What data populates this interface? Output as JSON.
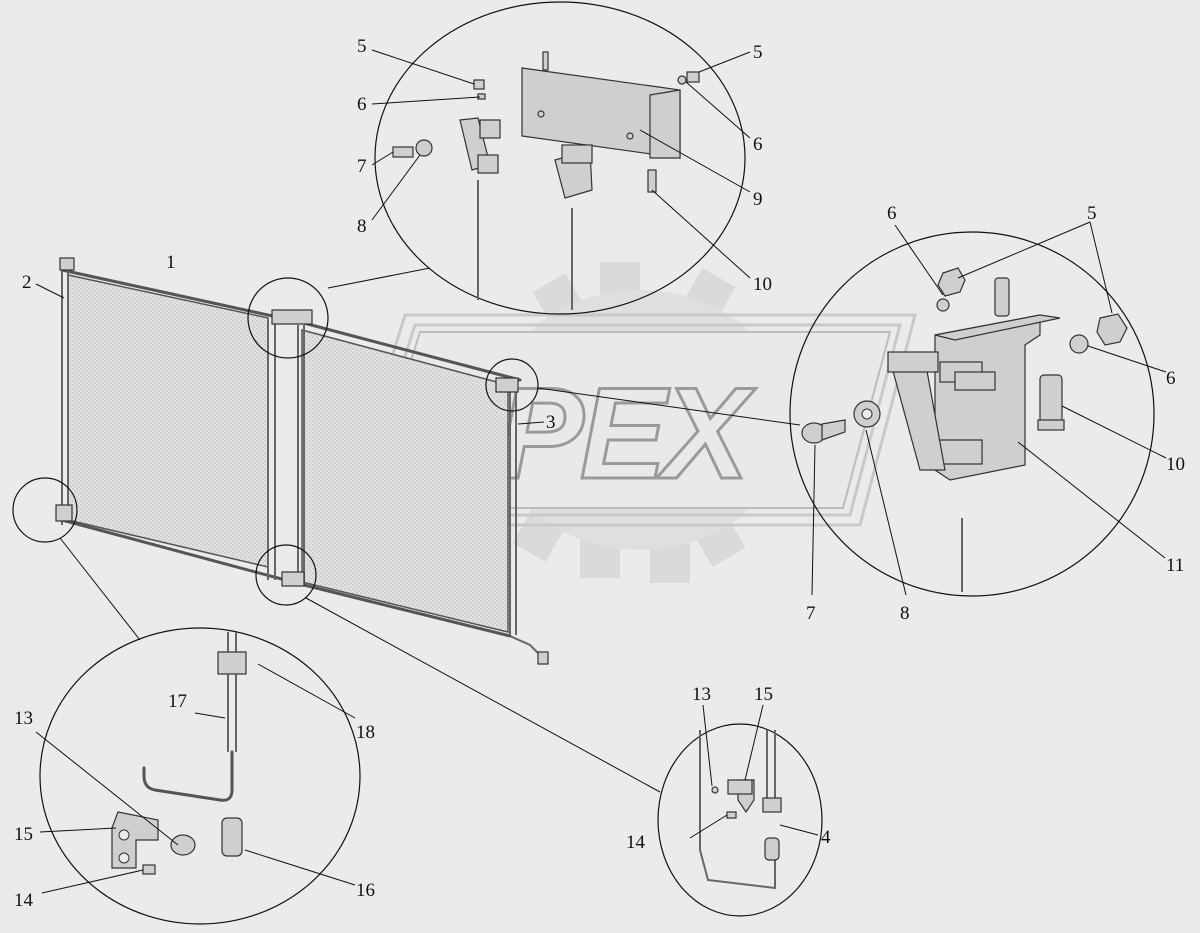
{
  "logo": {
    "text": "OPEX"
  },
  "callouts": [
    {
      "id": "c1",
      "text": "1"
    },
    {
      "id": "c2",
      "text": "2"
    },
    {
      "id": "c3",
      "text": "3"
    },
    {
      "id": "c4",
      "text": "4"
    },
    {
      "id": "c5a",
      "text": "5"
    },
    {
      "id": "c5b",
      "text": "5"
    },
    {
      "id": "c5c",
      "text": "5"
    },
    {
      "id": "c6a",
      "text": "6"
    },
    {
      "id": "c6b",
      "text": "6"
    },
    {
      "id": "c6c",
      "text": "6"
    },
    {
      "id": "c6d",
      "text": "6"
    },
    {
      "id": "c7a",
      "text": "7"
    },
    {
      "id": "c7b",
      "text": "7"
    },
    {
      "id": "c8a",
      "text": "8"
    },
    {
      "id": "c8b",
      "text": "8"
    },
    {
      "id": "c9",
      "text": "9"
    },
    {
      "id": "c10a",
      "text": "10"
    },
    {
      "id": "c10b",
      "text": "10"
    },
    {
      "id": "c11",
      "text": "11"
    },
    {
      "id": "c13a",
      "text": "13"
    },
    {
      "id": "c13b",
      "text": "13"
    },
    {
      "id": "c14a",
      "text": "14"
    },
    {
      "id": "c14b",
      "text": "14"
    },
    {
      "id": "c15a",
      "text": "15"
    },
    {
      "id": "c15b",
      "text": "15"
    },
    {
      "id": "c16",
      "text": "16"
    },
    {
      "id": "c17",
      "text": "17"
    },
    {
      "id": "c18",
      "text": "18"
    }
  ]
}
